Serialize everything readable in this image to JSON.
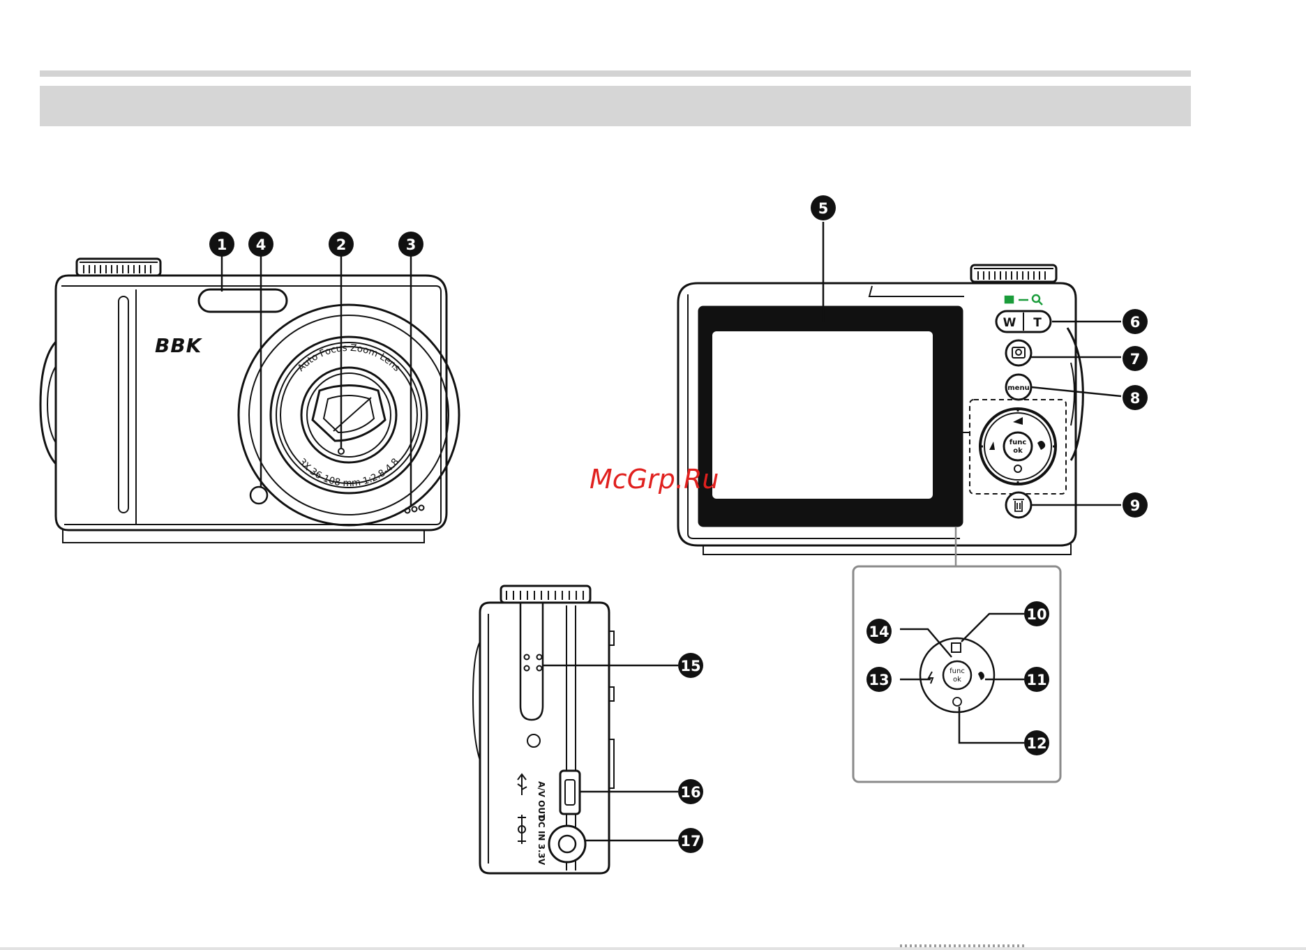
{
  "brand": {
    "logo_text": "BBK",
    "lens_text_top": "Auto Focus Zoom Lens",
    "lens_text_bottom": "3X 36-108 mm 1:2.8-4.8"
  },
  "rear": {
    "zoom_w": "W",
    "zoom_t": "T",
    "menu_label": "menu",
    "func_label_top": "func",
    "func_label_bottom": "ok"
  },
  "side": {
    "av_out_label": "A/V OUT",
    "dc_in_label": "DC IN 3.3V"
  },
  "callouts": [
    "1",
    "2",
    "3",
    "4",
    "5",
    "6",
    "7",
    "8",
    "9",
    "10",
    "11",
    "12",
    "13",
    "14",
    "15",
    "16",
    "17"
  ],
  "watermark": "McGrp.Ru",
  "colors": {
    "callout_fill": "#111111",
    "callout_text": "#ffffff",
    "line": "#111111",
    "zoom_icon_green": "#1a9c3a",
    "watermark_red": "#e0201e",
    "header_gray": "#d6d6d6",
    "inset_border": "#8a8a8a"
  }
}
